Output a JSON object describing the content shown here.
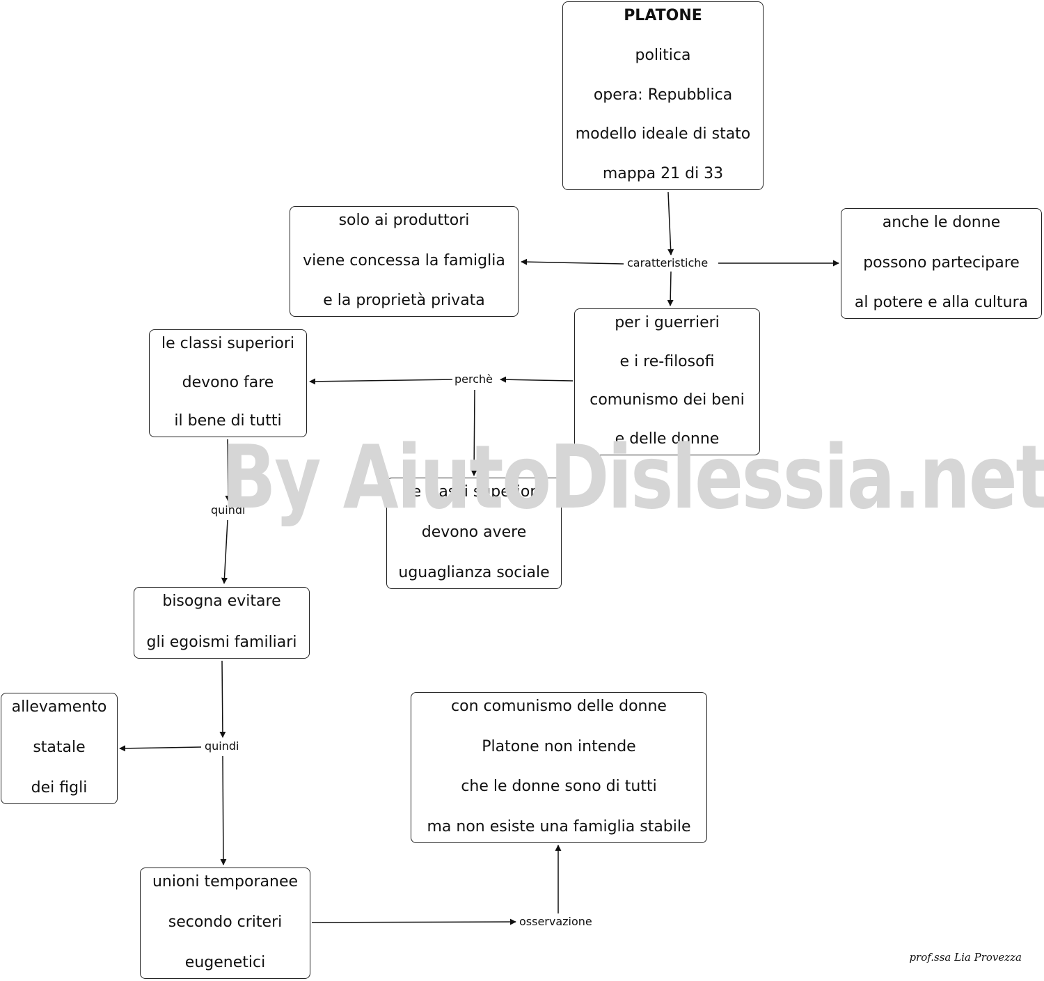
{
  "nodes": {
    "platone": [
      "PLATONE",
      "politica",
      "opera: Repubblica",
      "modello ideale di stato",
      "mappa 21 di 33"
    ],
    "produttori": [
      "solo ai produttori",
      "viene concessa la famiglia",
      "e la proprietà privata"
    ],
    "donne": [
      "anche le donne",
      "possono partecipare",
      "al potere e alla cultura"
    ],
    "guerrieri": [
      "per i guerrieri",
      "e i re-filosofi",
      "comunismo dei beni",
      "e delle donne"
    ],
    "classi_fare": [
      "le classi superiori",
      "devono fare",
      "il bene di tutti"
    ],
    "classi_avere": [
      "le classi superiori",
      "devono avere",
      "uguaglianza sociale"
    ],
    "evitare": [
      "bisogna evitare",
      "gli egoismi familiari"
    ],
    "allevamento": [
      "allevamento",
      "statale",
      "dei figli"
    ],
    "comunismo_donne": [
      "con comunismo delle donne",
      "Platone non intende",
      "che le donne sono di tutti",
      "ma non esiste una famiglia stabile"
    ],
    "unioni": [
      "unioni temporanee",
      "secondo criteri",
      "eugenetici"
    ]
  },
  "link_labels": {
    "caratteristiche": "caratteristiche",
    "perche": "perchè",
    "quindi_1": "quindi",
    "quindi_2": "quindi",
    "osservazione": "osservazione"
  },
  "watermark": "By AiutoDislessia.net",
  "author": "prof.ssa Lia Provezza"
}
